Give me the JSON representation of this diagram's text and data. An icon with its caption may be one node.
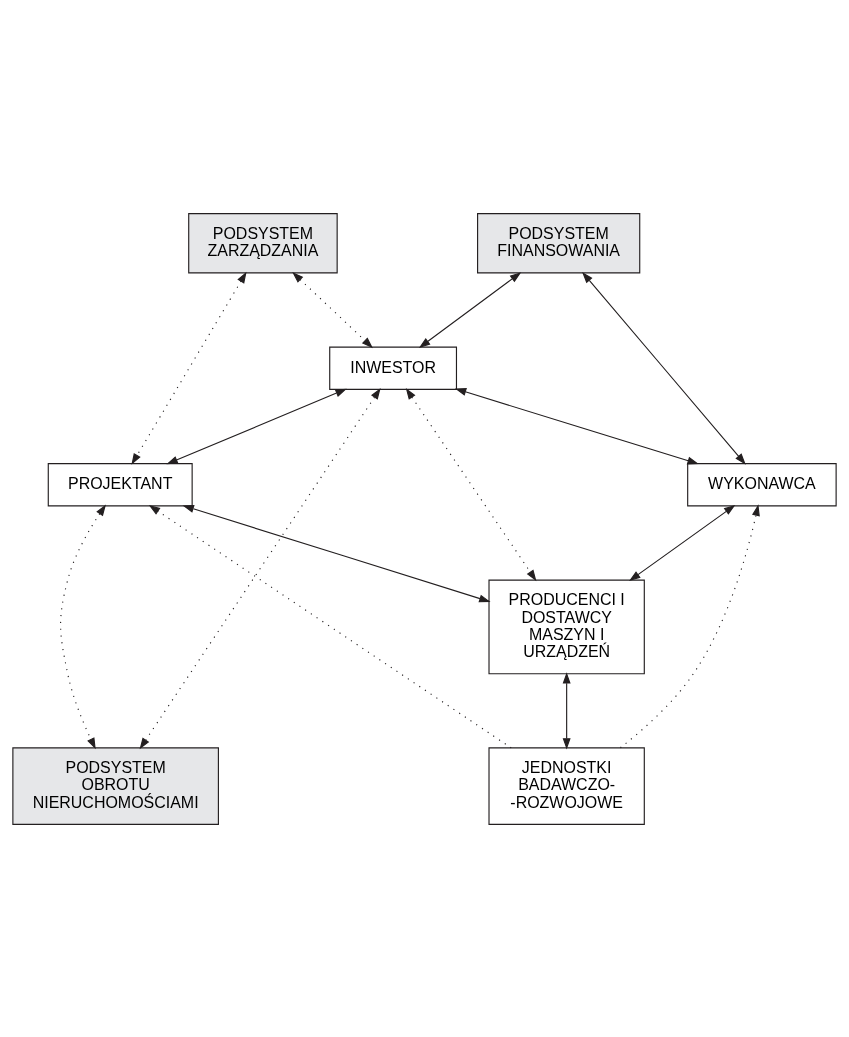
{
  "diagram": {
    "nodes": [
      {
        "text": [
          "PODSYSTEM ZARZĄDZANIA"
        ]
      },
      {
        "text": [
          "PODSYSTEM FINANSOWANIA"
        ]
      },
      {
        "text": [
          "INWESTOR"
        ]
      },
      {
        "text": [
          "PROJEKTANT"
        ]
      },
      {
        "text": [
          "WYKONAWCA"
        ]
      },
      {
        "text": [
          "PRODUCENCI I DOSTAWCY MASZYN I URZĄDZEŃ"
        ]
      },
      {
        "text": [
          "PODSYSTEM OBROTU NIERUCHOMOŚCIAMI"
        ]
      },
      {
        "text": [
          "JEDNOSTKI BADAWCZO- -ROZWOJOWE"
        ]
      }
    ],
    "edges": [
      {
        "from": 0,
        "to": 2,
        "arrow": "both",
        "style": "dashed"
      },
      {
        "from": 1,
        "to": 2,
        "arrow": "both"
      },
      {
        "from": 0,
        "to": 3,
        "arrow": "both",
        "style": "dashed"
      },
      {
        "from": 1,
        "to": 4,
        "arrow": "both"
      },
      {
        "from": 2,
        "to": 3,
        "arrow": "both"
      },
      {
        "from": 2,
        "to": 4,
        "arrow": "both"
      },
      {
        "from": 2,
        "to": 5,
        "arrow": "both",
        "style": "dashed"
      },
      {
        "from": 2,
        "to": 6,
        "arrow": "both",
        "style": "dashed"
      },
      {
        "from": 3,
        "to": 6,
        "arrow": "both",
        "style": "dashed"
      },
      {
        "from": 3,
        "to": 5,
        "arrow": "both"
      },
      {
        "from": 4,
        "to": 5,
        "arrow": "both"
      },
      {
        "from": 5,
        "to": 7,
        "arrow": "both"
      },
      {
        "from": 7,
        "to": 3,
        "arrow": "to",
        "style": "dashed"
      },
      {
        "from": 7,
        "to": 4,
        "arrow": "to",
        "style": "dashed"
      }
    ]
  }
}
